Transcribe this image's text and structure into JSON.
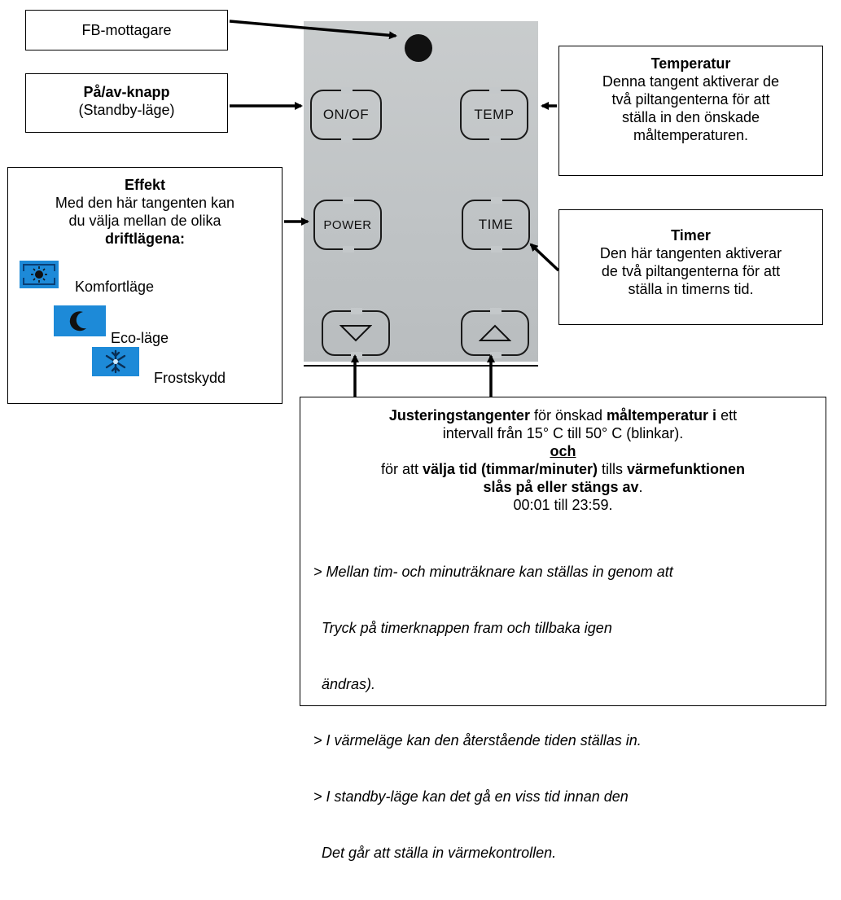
{
  "receiver_label": "FB-mottagare",
  "power_box": {
    "title": "På/av-knapp",
    "subtitle": "(Standby-läge)"
  },
  "temp_box": {
    "title": "Temperatur",
    "lines": [
      "Denna tangent aktiverar de",
      "två piltangenterna för att",
      "ställa in den önskade",
      "måltemperaturen."
    ]
  },
  "effect_box": {
    "title": "Effekt",
    "lines": [
      "Med den här tangenten kan",
      "du välja mellan de olika"
    ],
    "modes_label": "driftlägena:",
    "modes": [
      {
        "icon": "sun-icon",
        "label": "Komfortläge"
      },
      {
        "icon": "moon-icon",
        "label": "Eco-läge"
      },
      {
        "icon": "snowflake-icon",
        "label": "Frostskydd"
      }
    ]
  },
  "timer_box": {
    "title": "Timer",
    "lines": [
      "Den här tangenten aktiverar",
      "de två piltangenterna för att",
      "ställa in timerns tid."
    ]
  },
  "adjust_box": {
    "l1_b1": "Justeringstangenter",
    "l1_t1": " för önskad ",
    "l1_b2": "måltemperatur i",
    "l1_t2": " ett",
    "l2": "intervall från 15° C till 50° C (blinkar).",
    "och": "och",
    "l4_t1": "för att ",
    "l4_b1": "välja tid (timmar/minuter)",
    "l4_t2": " tills ",
    "l4_b2": "värmefunktionen",
    "l5_b": "slås på eller stängs av",
    "l5_t": ".",
    "l6": "00:01 till 23:59.",
    "notes": [
      "> Mellan tim- och minuträknare kan ställas in genom att",
      "  Tryck på timerknappen fram och tillbaka igen",
      "  ändras).",
      "> I värmeläge kan den återstående tiden ställas in.",
      "> I standby-läge kan det gå en viss tid innan den",
      "  Det går att ställa in värmekontrollen."
    ]
  },
  "keys": {
    "onoff": "ON/OF",
    "temp": "TEMP",
    "power": "POWER",
    "time": "TIME"
  }
}
